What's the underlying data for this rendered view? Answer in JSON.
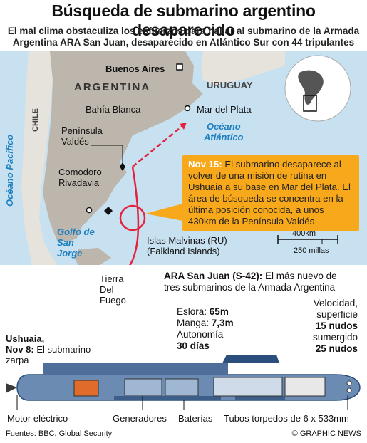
{
  "title": "Búsqueda de submarino argentino desaparecido",
  "subtitle_line1": "El mal clima obstaculiza los esfuerzos para hallar al submarino de la Armada",
  "subtitle_line2": "Argentina ARA San Juan, desaparecido en Atlántico Sur con 44 tripulantes",
  "map": {
    "country": "ARGENTINA",
    "neighbor_chile": "CHILE",
    "neighbor_uruguay": "URUGUAY",
    "ocean_pacific": "Océano Pacífico",
    "ocean_atlantic_line1": "Océano",
    "ocean_atlantic_line2": "Atlántico",
    "capital": "Buenos Aires",
    "cities": {
      "bahia_blanca": "Bahía Blanca",
      "mar_del_plata": "Mar del Plata",
      "peninsula_valdes_1": "Península",
      "peninsula_valdes_2": "Valdés",
      "comodoro_1": "Comodoro",
      "comodoro_2": "Rivadavia",
      "tierra_fuego_1": "Tierra",
      "tierra_fuego_2": "Del",
      "tierra_fuego_3": "Fuego"
    },
    "golfo_1": "Golfo de",
    "golfo_2": "San",
    "golfo_3": "Jorge",
    "malvinas_1": "Islas Malvinas (RU)",
    "malvinas_2": "(Falkland Islands)",
    "scale_km": "400km",
    "scale_mi": "250 millas",
    "colors": {
      "sea": "#c8e1f1",
      "land": "#e6e2dc",
      "argentina": "#bdb6ac",
      "route": "#e5223e",
      "callout": "#f7a81b"
    }
  },
  "ushuaia": {
    "name": "Ushuaia,",
    "date": "Nov 8:",
    "text1": "El submarino",
    "text2": "zarpa"
  },
  "callout": {
    "date": "Nov 15:",
    "text": "El submarino desaparece al volver de una misión de rutina en Ushuaia a su base en Mar del Plata. El área de búsqueda se concentra en la última posición conocida, a unos 430km de la Península Valdés"
  },
  "submarine": {
    "name": "ARA San Juan (S-42):",
    "desc1": "El más nuevo de",
    "desc2": "tres submarinos de la Armada Argentina",
    "eslora_label": "Eslora:",
    "eslora_value": "65m",
    "manga_label": "Manga:",
    "manga_value": "7,3m",
    "autonomia_label": "Autonomía",
    "autonomia_value": "30 días",
    "velocidad_1": "Velocidad,",
    "velocidad_2": "superficie",
    "velocidad_surface": "15 nudos",
    "velocidad_3": "sumergido",
    "velocidad_submerged": "25 nudos"
  },
  "parts": {
    "motor": "Motor eléctrico",
    "generadores": "Generadores",
    "baterias": "Baterías",
    "tubos": "Tubos torpedos de 6 x 533mm"
  },
  "footer": {
    "sources": "Fuentes: BBC, Global Security",
    "credit": "© GRAPHIC NEWS"
  }
}
